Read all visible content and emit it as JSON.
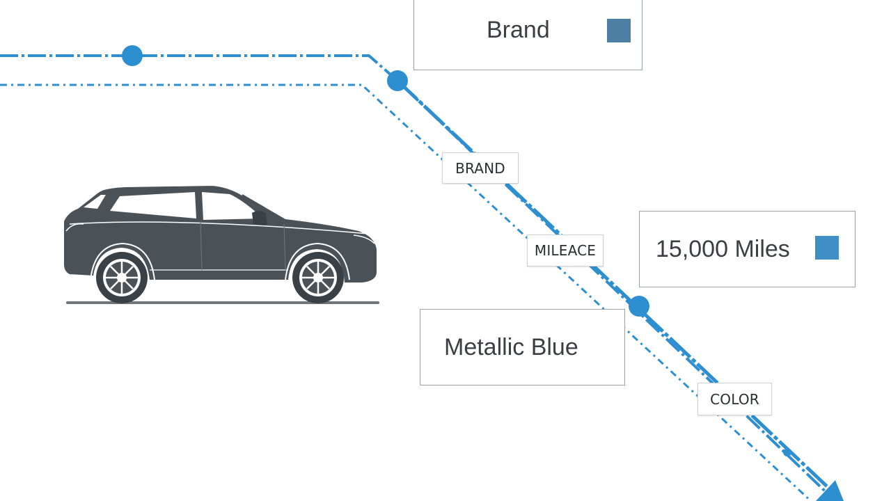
{
  "tags": {
    "brand": "BRAND",
    "mileage": "MILEACE",
    "color": "COLOR"
  },
  "cards": {
    "brand": "Brand",
    "mileage": "15,000 Miles",
    "color": "Metallic Blue"
  },
  "colors": {
    "connector": "#2e8fd0",
    "car_body": "#4a5258",
    "brand_swatch": "#4d7ea3",
    "mileage_swatch": "#3f8ec6"
  },
  "icons": {
    "vehicle": "suv-car-icon",
    "swatch": "color-swatch-icon",
    "node": "connector-node",
    "arrow": "arrow-head-icon"
  }
}
